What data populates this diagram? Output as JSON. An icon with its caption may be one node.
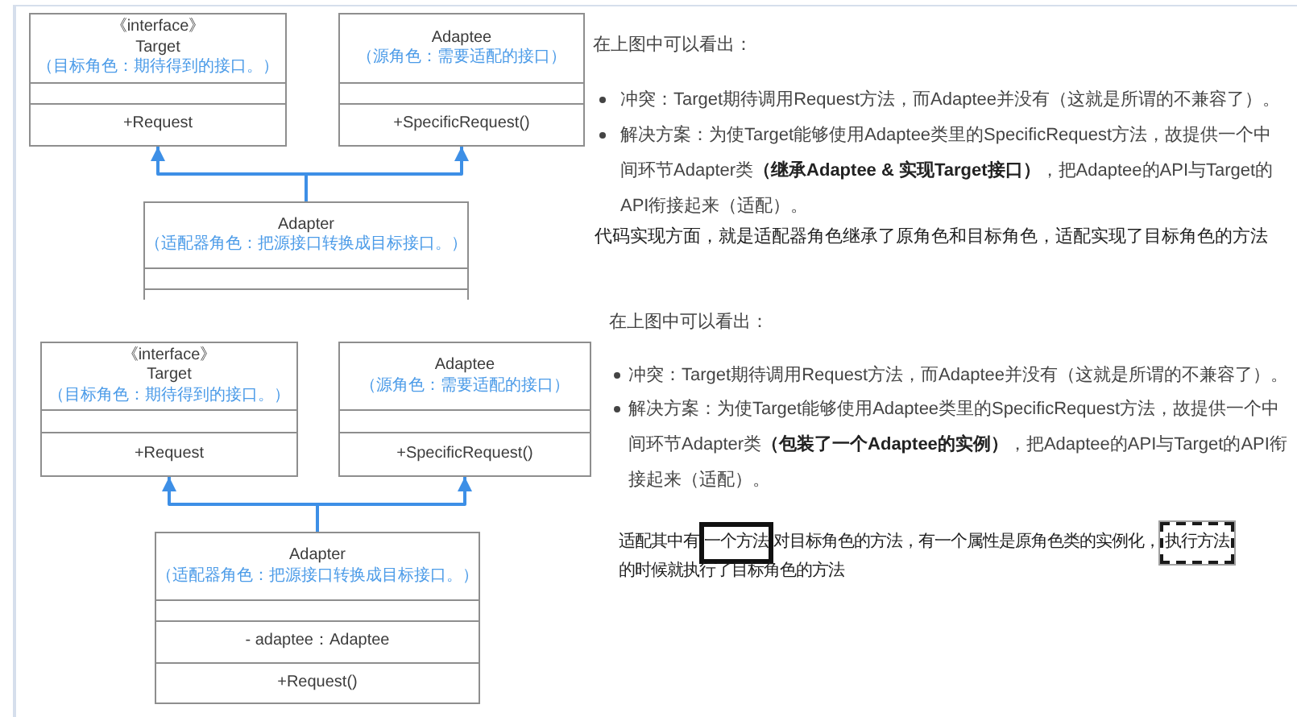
{
  "diagram": {
    "nodes": [
      {
        "text": [
          "《interface》",
          "Target",
          "（目标角色：期待得到的接口。）",
          "+Request"
        ]
      },
      {
        "text": [
          "Adaptee",
          "（源角色：需要适配的接口）",
          "+SpecificRequest()"
        ]
      },
      {
        "text": [
          "Adapter",
          "（适配器角色：把源接口转换成目标接口。）"
        ]
      },
      {
        "text": [
          "《interface》",
          "Target",
          "（目标角色：期待得到的接口。）",
          "+Request"
        ]
      },
      {
        "text": [
          "Adaptee",
          "（源角色：需要适配的接口）",
          "+SpecificRequest()"
        ]
      },
      {
        "text": [
          "Adapter",
          "（适配器角色：把源接口转换成目标接口。）",
          "- adaptee：Adaptee",
          "+Request()"
        ]
      },
      {
        "text": [
          "一个方法"
        ]
      },
      {
        "text": [
          "执行方法"
        ]
      }
    ],
    "edges": [
      {
        "from": 2,
        "to": 0,
        "arrow": "to"
      },
      {
        "from": 2,
        "to": 1,
        "arrow": "to"
      },
      {
        "from": 5,
        "to": 3,
        "arrow": "to"
      },
      {
        "from": 5,
        "to": 4,
        "arrow": "to"
      }
    ],
    "labels": [
      "在上图中可以看出：",
      "冲突：Target期待调用Request方法，而Adaptee并没有（这就是所谓的不兼容了）。",
      "解决方案：为使Target能够使用Adaptee类里的SpecificRequest方法，故提供一个中间环节Adapter类**（继承Adaptee & 实现Target接口）**，把Adaptee的API与Target的API衔接起来（适配）。",
      "代码实现方面，就是适配器角色继承了原角色和目标角色，适配实现了目标角色的方法",
      "在上图中可以看出：",
      "冲突：Target期待调用Request方法，而Adaptee并没有（这就是所谓的不兼容了）。",
      "解决方案：为使Target能够使用Adaptee类里的SpecificRequest方法，故提供一个中间环节Adapter类**（包装了一个Adaptee的实例）**，把Adaptee的API与Target的API衔接起来（适配）。",
      "适配其中有",
      "对目标角色的方法，有一个属性是原角色类的实例化，",
      "的时候就执行了目标角色的方法"
    ]
  }
}
